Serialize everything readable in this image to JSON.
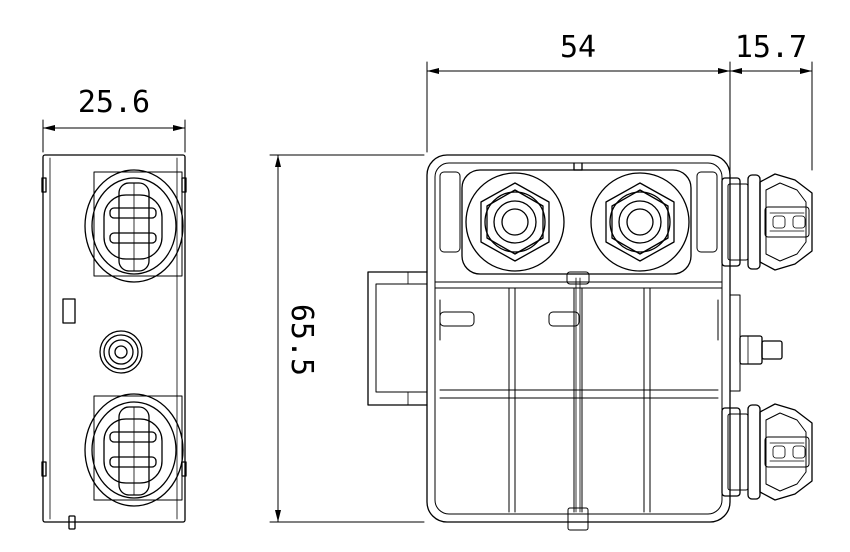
{
  "drawing": {
    "line_color": "#000000",
    "background": "#ffffff",
    "views": [
      "side-view",
      "front-view"
    ]
  },
  "dimensions": {
    "side_width": "25.6",
    "front_width": "54",
    "connector_depth": "15.7",
    "front_height": "65.5"
  }
}
